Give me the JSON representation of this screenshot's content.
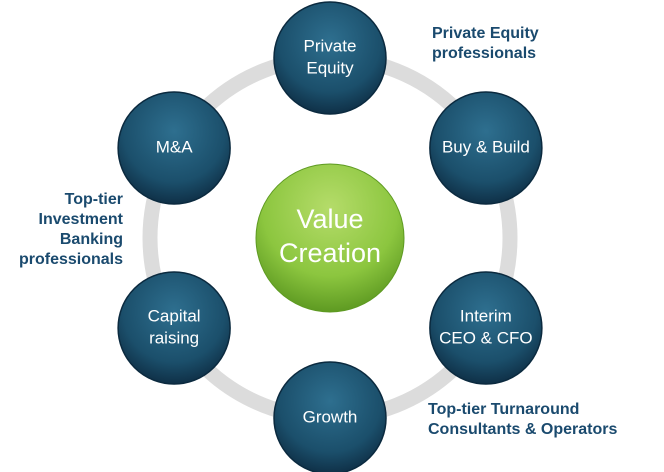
{
  "center": {
    "lines": [
      "Value",
      "Creation"
    ],
    "color": "#8cc63f"
  },
  "nodes": [
    {
      "id": "private-equity",
      "lines": [
        "Private",
        "Equity"
      ]
    },
    {
      "id": "buy-and-build",
      "lines": [
        "Buy & Build"
      ]
    },
    {
      "id": "interim-ceo-cfo",
      "lines": [
        "Interim",
        "CEO & CFO"
      ]
    },
    {
      "id": "growth",
      "lines": [
        "Growth"
      ]
    },
    {
      "id": "capital-raising",
      "lines": [
        "Capital",
        "raising"
      ]
    },
    {
      "id": "m-and-a",
      "lines": [
        "M&A"
      ]
    }
  ],
  "side_labels": {
    "private_equity": {
      "line1": "Private Equity",
      "line2": "professionals"
    },
    "investment_banking": {
      "line1": "Top-tier",
      "line2": "Investment",
      "line3": "Banking",
      "line4": "professionals"
    },
    "turnaround": {
      "line1": "Top-tier Turnaround",
      "line2": "Consultants & Operators"
    }
  },
  "colors": {
    "node": "#1b4f6b",
    "node_dark": "#0f3047",
    "ring": "#dcdcdc",
    "label_text": "#1a4a6e"
  }
}
